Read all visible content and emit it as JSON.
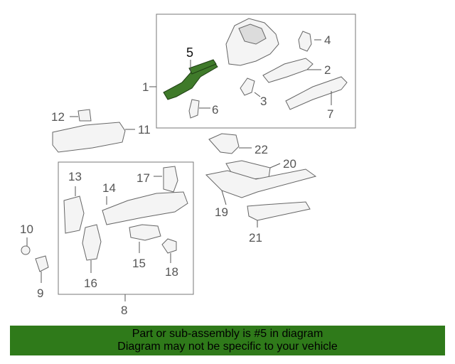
{
  "diagram": {
    "highlighted_part": "5",
    "callouts": [
      "1",
      "2",
      "3",
      "4",
      "5",
      "6",
      "7",
      "8",
      "9",
      "10",
      "11",
      "12",
      "13",
      "14",
      "15",
      "16",
      "17",
      "18",
      "19",
      "20",
      "21",
      "22"
    ],
    "colors": {
      "highlight": "#3f7a2a",
      "banner": "#2f7a1a",
      "line": "#666666"
    }
  },
  "banner": {
    "line1": "Part or sub-assembly is #5 in diagram",
    "line2": "Diagram may not be specific to your vehicle"
  }
}
